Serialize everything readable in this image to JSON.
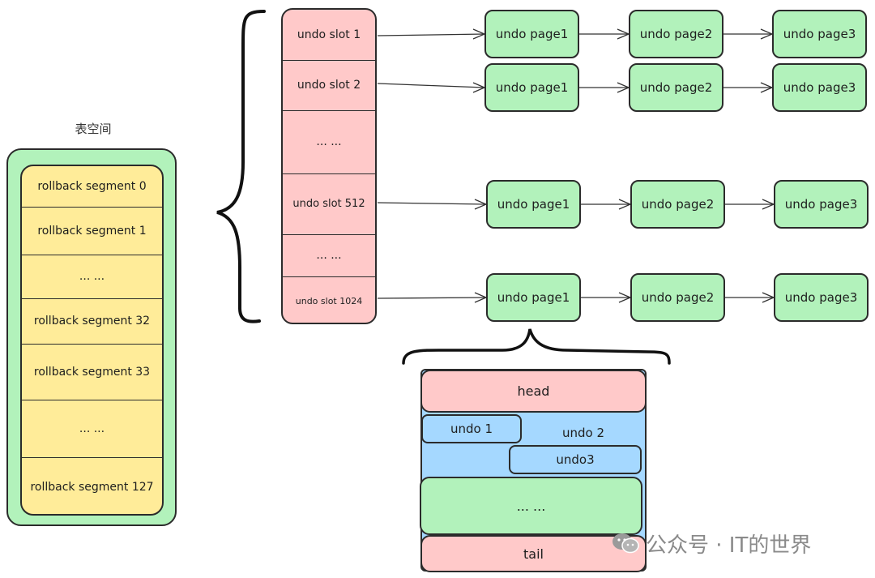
{
  "tablespace": {
    "title": "表空间",
    "segments": [
      "rollback segment 0",
      "rollback segment 1",
      "... ...",
      "rollback segment 32",
      "rollback segment 33",
      "... ...",
      "rollback segment 127"
    ]
  },
  "undo_slots": [
    "undo slot 1",
    "undo slot 2",
    "... ...",
    "undo slot 512",
    "... ...",
    "undo slot 1024"
  ],
  "page_chains": [
    [
      "undo page1",
      "undo page2",
      "undo page3"
    ],
    [
      "undo page1",
      "undo page2",
      "undo page3"
    ],
    [
      "undo page1",
      "undo page2",
      "undo page3"
    ],
    [
      "undo page1",
      "undo page2",
      "undo page3"
    ]
  ],
  "page_detail": {
    "head": "head",
    "undo1": "undo 1",
    "undo2": "undo 2",
    "undo3": "undo3",
    "middle": "... ...",
    "tail": "tail"
  },
  "watermark": {
    "icon": "wechat-icon",
    "text": "公众号 · IT的世界"
  },
  "colors": {
    "green": "#b2f2bb",
    "yellow": "#ffec99",
    "pink": "#ffc9c9",
    "blue": "#a5d8ff",
    "stroke": "#2b2b2b"
  }
}
